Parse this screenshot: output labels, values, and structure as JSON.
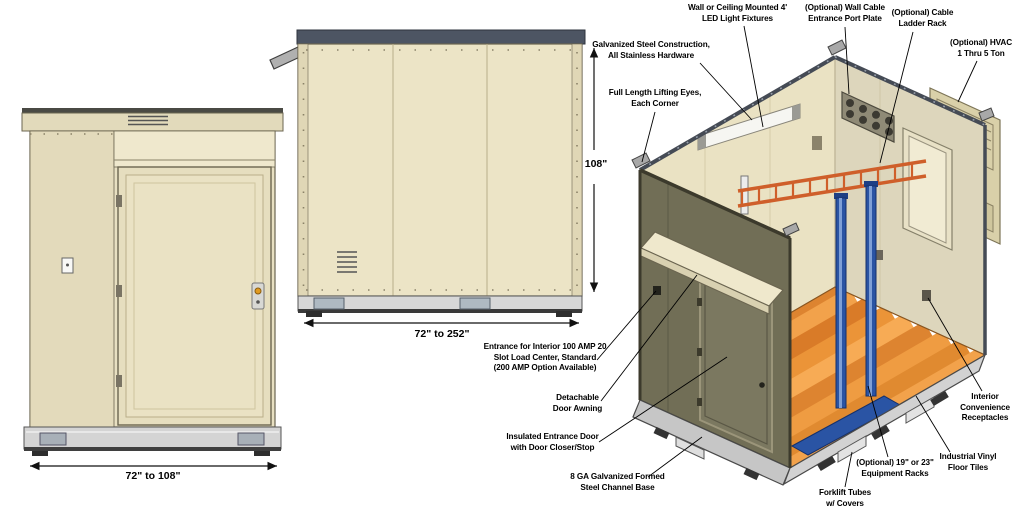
{
  "front_view": {
    "width_dimension": "72\" to 108\""
  },
  "side_view": {
    "width_dimension": "72\" to 252\"",
    "height_dimension": "108\""
  },
  "iso_view": {
    "callouts": {
      "led_lights": "Wall or Ceiling Mounted 4'\nLED Light Fixtures",
      "port_plate": "(Optional) Wall Cable\nEntrance Port Plate",
      "ladder_rack": "(Optional) Cable\nLadder Rack",
      "steel_construction": "Galvanized Steel Construction,\nAll Stainless Hardware",
      "hvac": "(Optional) HVAC\n1 Thru 5 Ton",
      "lifting_eyes": "Full Length Lifting Eyes,\nEach Corner",
      "load_center": "Entrance for Interior 100 AMP 20\nSlot Load Center, Standard\n(200 AMP Option Available)",
      "awning": "Detachable\nDoor Awning",
      "door": "Insulated Entrance Door\nwith Door Closer/Stop",
      "base": "8 GA Galvanized Formed\nSteel Channel Base",
      "forklift": "Forklift Tubes\nw/ Covers",
      "racks": "(Optional) 19\" or 23\"\nEquipment Racks",
      "floor_tiles": "Industrial Vinyl\nFloor Tiles",
      "receptacles": "Interior\nConvenience\nReceptacles"
    }
  },
  "colors": {
    "wall_cream": "#e9e1c4",
    "exterior_olive": "#716e56",
    "floor_orange": "#e8923c",
    "rack_blue": "#2a54a4",
    "ladder_orange": "#cf5f2a",
    "frame_steel": "#4d5563",
    "base_gray": "#c6c6c6",
    "latch_gold": "#e09a20"
  }
}
